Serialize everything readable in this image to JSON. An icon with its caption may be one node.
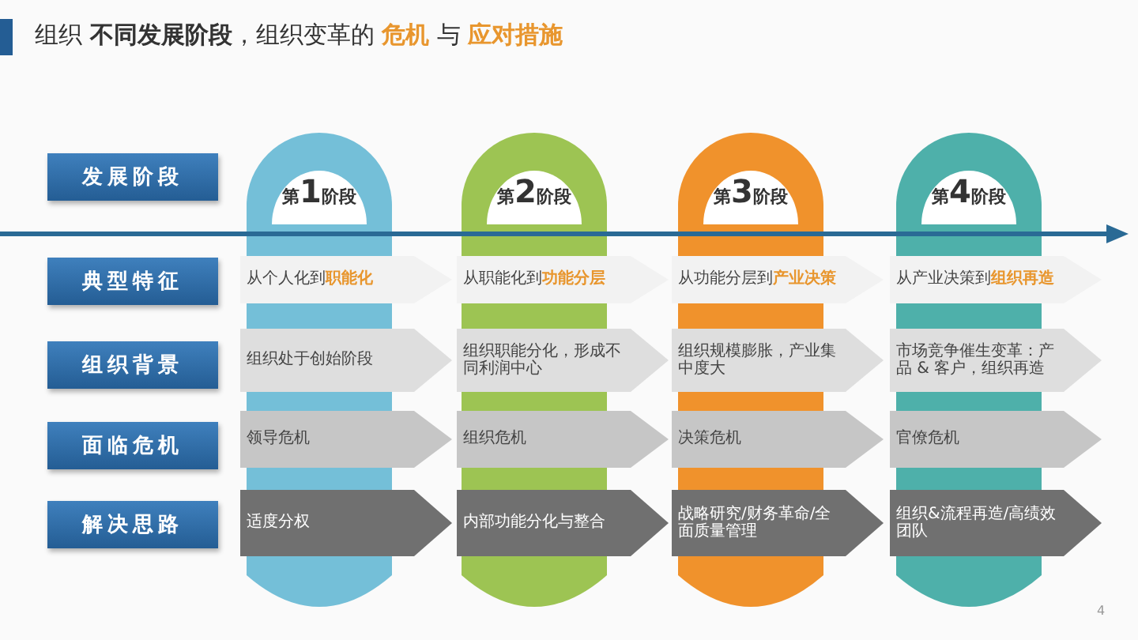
{
  "diagram": {
    "title": "组织 **不同发展阶段**，组织变革的 *危机* 与 *应对措施*",
    "nodes": [
      {
        "text": [
          "发展阶段"
        ]
      },
      {
        "text": [
          "典型特征"
        ]
      },
      {
        "text": [
          "组织背景"
        ]
      },
      {
        "text": [
          "面临危机"
        ]
      },
      {
        "text": [
          "解决思路"
        ]
      },
      {
        "text": [
          "第**1**阶段"
        ]
      },
      {
        "text": [
          "第**2**阶段"
        ]
      },
      {
        "text": [
          "第**3**阶段"
        ]
      },
      {
        "text": [
          "第**4**阶段"
        ]
      },
      {
        "text": [
          "从个人化到 *职能化*"
        ]
      },
      {
        "text": [
          "从职能化到 *功能分层*"
        ]
      },
      {
        "text": [
          "从功能分层到 *产业决策*"
        ]
      },
      {
        "text": [
          "从产业决策到 *组织再造*"
        ]
      },
      {
        "text": [
          "组织处于创始阶段"
        ]
      },
      {
        "text": [
          "组织职能分化，形成不同利润中心"
        ]
      },
      {
        "text": [
          "组织规模膨胀，产业集中度大"
        ]
      },
      {
        "text": [
          "市场竞争催生变革：产品 & 客户，组织再造"
        ]
      },
      {
        "text": [
          "领导危机"
        ]
      },
      {
        "text": [
          "组织危机"
        ]
      },
      {
        "text": [
          "决策危机"
        ]
      },
      {
        "text": [
          "官僚危机"
        ]
      },
      {
        "text": [
          "适度分权"
        ]
      },
      {
        "text": [
          "内部功能分化与整合"
        ]
      },
      {
        "text": [
          "战略研究/财务革命/全面质量管理"
        ]
      },
      {
        "text": [
          "组织&流程再造/高绩效团队"
        ]
      }
    ],
    "labels": [
      "4"
    ]
  }
}
